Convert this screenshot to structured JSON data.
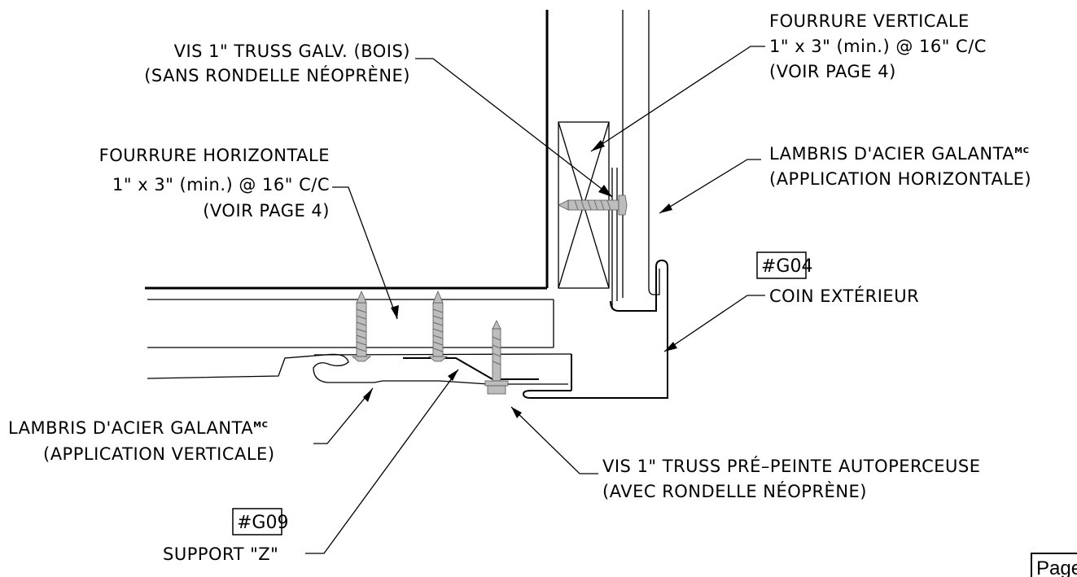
{
  "labels": {
    "vis_bois_1": "VIS 1\" TRUSS GALV. (BOIS)",
    "vis_bois_2": "(SANS RONDELLE NÉOPRÈNE)",
    "fourrure_vert_1": "FOURRURE VERTICALE",
    "fourrure_vert_2": "1\" x 3\" (min.) @ 16\" C/C",
    "fourrure_vert_3": "(VOIR PAGE 4)",
    "fourrure_horiz_1": "FOURRURE HORIZONTALE",
    "fourrure_horiz_2": "1\" x 3\" (min.) @ 16\" C/C",
    "fourrure_horiz_3": "(VOIR PAGE 4)",
    "lambris_horiz_1": "LAMBRIS D'ACIER GALANTA",
    "lambris_horiz_2": "(APPLICATION HORIZONTALE)",
    "lambris_vert_1": "LAMBRIS D'ACIER GALANTA",
    "lambris_vert_2": "(APPLICATION VERTICALE)",
    "mc_mark": "MC",
    "coin_ref": "#G04",
    "coin_label": "COIN EXTÉRIEUR",
    "support_ref": "#G09",
    "support_label": "SUPPORT \"Z\"",
    "vis_auto_1": "VIS 1\" TRUSS PRÉ–PEINTE AUTOPERCEUSE",
    "vis_auto_2": "(AVEC RONDELLE NÉOPRÈNE)",
    "page": "Page"
  }
}
